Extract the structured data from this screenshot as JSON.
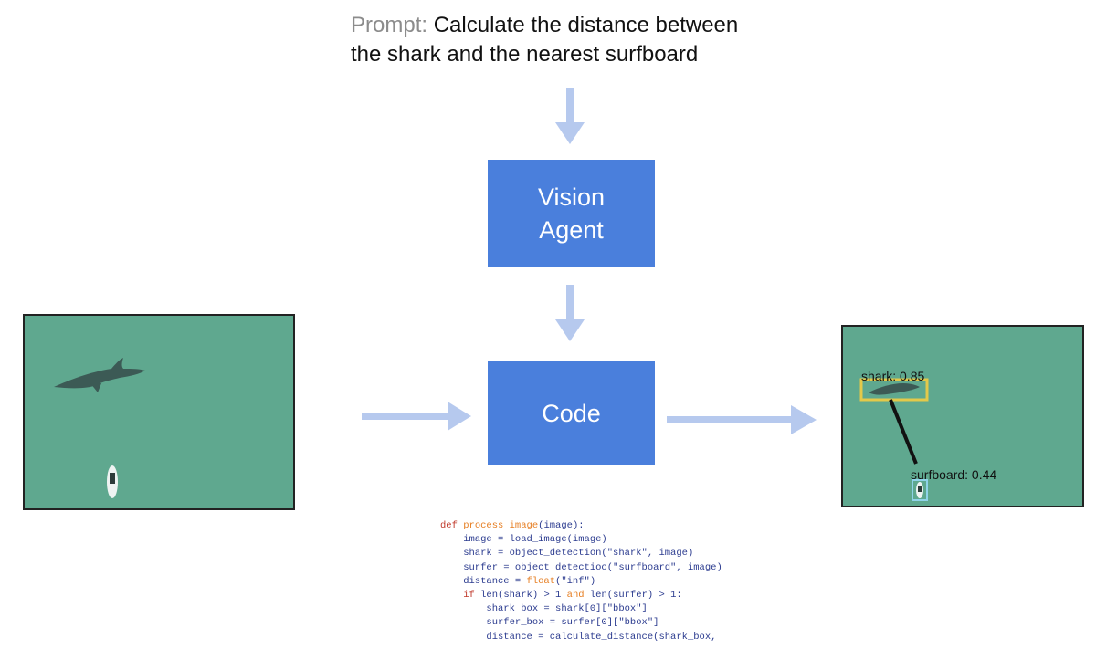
{
  "prompt": {
    "label": "Prompt:",
    "line1": "Calculate the distance between",
    "line2": "the shark and the nearest surfboard"
  },
  "nodes": {
    "vision_agent": {
      "line1": "Vision",
      "line2": "Agent"
    },
    "code": "Code"
  },
  "output": {
    "shark_label": "shark: 0.85",
    "surfboard_label": "surfboard: 0.44"
  },
  "code_snippet": {
    "l1_def": "def",
    "l1_fn": "process_image",
    "l1_rest": "(image):",
    "l2": "    image = load_image(image)",
    "l3": "    shark = object_detection(\"shark\", image)",
    "l4": "    surfer = object_detectioo(\"surfboard\", image)",
    "l5_a": "    distance = ",
    "l5_fn": "float",
    "l5_b": "(\"inf\")",
    "l6_kw": "if",
    "l6_a": " len(shark) > 1 ",
    "l6_and": "and",
    "l6_b": " len(surfer) > 1:",
    "l7": "        shark_box = shark[0][\"bbox\"]",
    "l8": "        surfer_box = surfer[0][\"bbox\"]",
    "l9": "        distance = calculate_distance(shark_box,"
  },
  "colors": {
    "node_fill": "#4a7fdc",
    "arrow": "#b6c9ee",
    "water": "#5fa88f",
    "shark_box": "#e3c94a",
    "surfboard_box": "#8fd3e8",
    "code_text": "#2b3b8f",
    "code_keyword": "#c0392b",
    "code_function": "#e67e22"
  },
  "icons": [
    "arrow-down-icon",
    "arrow-right-icon",
    "shark-icon",
    "surfer-icon"
  ]
}
